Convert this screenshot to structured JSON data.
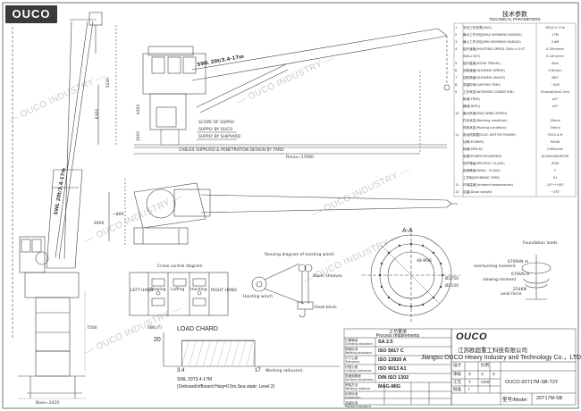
{
  "logo": "OUCO",
  "tech_params": {
    "title_cn": "技术参数",
    "title_en": "TECHNICAL PARAMETERS",
    "rows": [
      {
        "n": "1",
        "p": "安全工作负载(SWL)",
        "v": "20t/3.4-17m"
      },
      {
        "n": "2",
        "p": "最大工作半径(MAX WORKING RADIUS)",
        "v": "17M"
      },
      {
        "n": "3",
        "p": "最小工作半径(MIN WORKING RADIUS)",
        "v": "3.4M"
      },
      {
        "n": "4",
        "p": "起升速度(HOISTING SPEED (SWL<=10T",
        "v": "0-20m/min"
      },
      {
        "n": "",
        "p": "SWL>10T)",
        "v": "0-10m/min"
      },
      {
        "n": "5",
        "p": "起升高度(HOOK TRAVEL)",
        "v": "40m"
      },
      {
        "n": "6",
        "p": "回转速度(SLEWING SPEED)",
        "v": "0.6r/min"
      },
      {
        "n": "7",
        "p": "回转角度(SLEWING ANGLE)",
        "v": "360°"
      },
      {
        "n": "8",
        "p": "变幅时间(LUFFING TIME)",
        "v": "~40S"
      },
      {
        "n": "9",
        "p": "工作状态(WORKING CONDITION)",
        "v": "2Grade(Hs≤1.5m)"
      },
      {
        "n": "",
        "p": "纵倾(TRIM)",
        "v": "≤2°"
      },
      {
        "n": "",
        "p": "横倾(HEEL)",
        "v": "≤5°"
      },
      {
        "n": "10",
        "p": "最大风速(MAX WIND SPEED)",
        "v": ""
      },
      {
        "n": "",
        "p": "作业状态(Working condition)",
        "v": "20m/s"
      },
      {
        "n": "",
        "p": "停放状态(Parking condition)",
        "v": "55m/s"
      },
      {
        "n": "11",
        "p": "电动机数据(ELEC-MOTOR POWER)",
        "v": "Y315-4-H"
      },
      {
        "n": "",
        "p": "功率(POWER)",
        "v": "90kW"
      },
      {
        "n": "",
        "p": "转速(SPEED)",
        "v": "1760r/min"
      },
      {
        "n": "",
        "p": "电源(POWER REQUIRED)",
        "v": "AC440V/60HZ/3P"
      },
      {
        "n": "",
        "p": "防护等级(PROTECT CLASS)",
        "v": "IP56"
      },
      {
        "n": "",
        "p": "绝缘等级(INSUL. CLASS)",
        "v": "F"
      },
      {
        "n": "",
        "p": "工作制(WORKING TIME)",
        "v": "S1"
      },
      {
        "n": "12",
        "p": "环境温度(Ambient temperature)",
        "v": "-10°～+40°"
      },
      {
        "n": "13",
        "p": "自重(Dead weight)",
        "v": "~25T"
      }
    ]
  },
  "watermark": "--- OUCO INDUSTRY ---",
  "elevation": {
    "swl_label": "SWL 20t/3.4-17m",
    "note_line1": "CABLES SUPPLIED & PENETRATION DESIGN BY YARD",
    "note_supply1": "SUPPLY BY OUCO",
    "note_supply2": "SUPPLY BY SHIPYARD",
    "note_scope": "SCOPE OF SUPPLY",
    "rmax": "Rmax=17000",
    "dim_a": "5240",
    "dim_b": "6300",
    "dim_c": "4300",
    "dim_d": "1000"
  },
  "side_view": {
    "swl_label": "SWL 20t/3.4-17m",
    "base_dim": "Base=2410",
    "height_dim": "7500"
  },
  "plan_view": {
    "dim1": "~800",
    "dim2": "4000"
  },
  "control": {
    "title": "Crane control diagram",
    "labels": [
      "LEFT HAND",
      "Slewing",
      "Luffing",
      "Hoisting",
      "RIGHT HAND"
    ]
  },
  "winch": {
    "title": "Reeving diagram of hoisting winch",
    "boom_sheaves": "Boom sheaves",
    "hoisting_winch": "Hoisting winch",
    "hook_block": "Hook block"
  },
  "section": {
    "title": "A-A",
    "dia1": "Ø1750",
    "dia2": "Ø2100",
    "bolts": "48-M36"
  },
  "loads": {
    "title": "Foundation loads",
    "moment": "overturning moment",
    "m_val": "6700kN.m",
    "slew_moment": "slewing moment",
    "s_val": "670kN.m",
    "axial": "axial force",
    "a_val": "254KN"
  },
  "load_chart": {
    "title": "LOAD CHARD",
    "swl_axis": "SWL(T)",
    "y_value": "20",
    "x_start": "3.4",
    "x_end": "17",
    "x_label": "Working radius(m)",
    "note1": "SWL 20T3.4-17M",
    "note2": "(Onboard/offboard Hsig=0.5m,Sea state: Level 2)"
  },
  "chart_data": {
    "type": "line",
    "title": "LOAD CHARD",
    "xlabel": "Working radius(m)",
    "ylabel": "SWL(T)",
    "series": [
      {
        "x": [
          3.4,
          17
        ],
        "y": [
          20,
          20
        ]
      }
    ]
  },
  "process": {
    "title": "工艺要求",
    "subtitle": "Process requirements",
    "rows": [
      {
        "label": "打磨等级",
        "label_en": "Grinding standard",
        "val": "SA 2.5"
      },
      {
        "label": "焊接标准",
        "label_en": "Welding standard",
        "val": "ISO 5817 C"
      },
      {
        "label": "尺寸公差",
        "label_en": "Tolerance",
        "val": "ISO 13920 A"
      },
      {
        "label": "切割公差",
        "label_en": "Cutting tolerance",
        "val": "ISO 9013 A1"
      },
      {
        "label": "表面粗糙度",
        "label_en": "Surface roughness",
        "val": "DIN ISO 1302"
      },
      {
        "label": "焊接方法",
        "label_en": "Welding method",
        "val": "MAG-MIG"
      },
      {
        "label": "检测标准",
        "label_en": "Inspection",
        "val": ""
      },
      {
        "label": "涂装标准",
        "label_en": "Painted standard",
        "val": ""
      }
    ],
    "small_cells": [
      "无损检测",
      "调质热处理",
      "Heat treatment",
      "Quenched & tempered",
      "按图",
      "According to the OUCO",
      "表面处理"
    ]
  },
  "title_block": {
    "company_cn": "江苏欧超重工科技有限公司",
    "company_en": "Jiangsu OUCO Heavy Industry and Technology Co.，LTD.",
    "logo": "OUCO",
    "drawing_no": "OUCO-20T17M-SB-T2Y",
    "model_label": "型号/Model",
    "model": "20T17M-SB",
    "rev_rows": [
      {
        "a": "设计",
        "b": "",
        "c": "比例",
        "d": ""
      },
      {
        "a": "审核",
        "b": "3",
        "c": "1:",
        "d": "C"
      },
      {
        "a": "工艺",
        "b": "T",
        "c": "CNS",
        "d": ""
      },
      {
        "a": "批准",
        "b": "I",
        "c": "",
        "d": ""
      }
    ]
  }
}
